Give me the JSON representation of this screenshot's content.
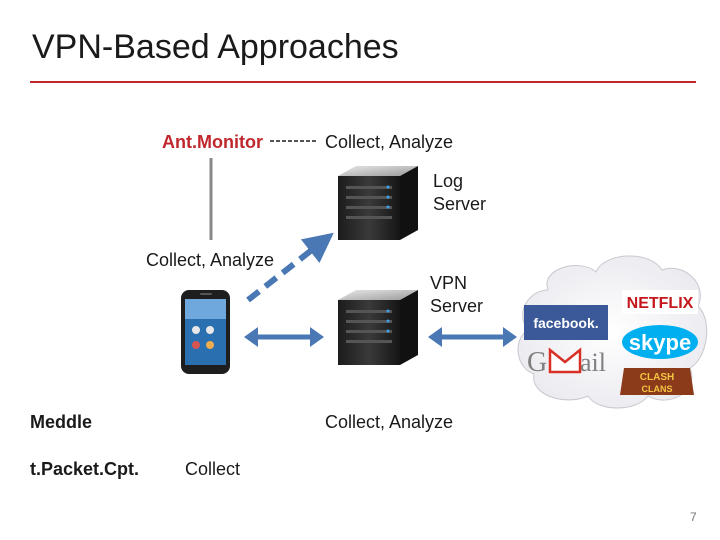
{
  "slide": {
    "title": "VPN-Based Approaches",
    "page_number": "7"
  },
  "labels": {
    "antmonitor": "Ant.Monitor",
    "collect_analyze_top": "Collect, Analyze",
    "log_server": [
      "Log",
      "Server"
    ],
    "collect_analyze_left": "Collect, Analyze",
    "vpn_server": [
      "VPN",
      "Server"
    ],
    "meddle": "Meddle",
    "collect_analyze_bottom": "Collect, Analyze",
    "packet_capture": "t.Packet.Cpt.",
    "collect": "Collect"
  },
  "cloud_services": [
    "facebook.",
    "NETFLIX",
    "skype",
    "Gmail",
    "CLASH of CLANS"
  ],
  "colors": {
    "accent": "#c0272d",
    "arrow_blue": "#4a78b5",
    "server_dark": "#2b2b2b",
    "server_led": "#3aa0e8"
  }
}
